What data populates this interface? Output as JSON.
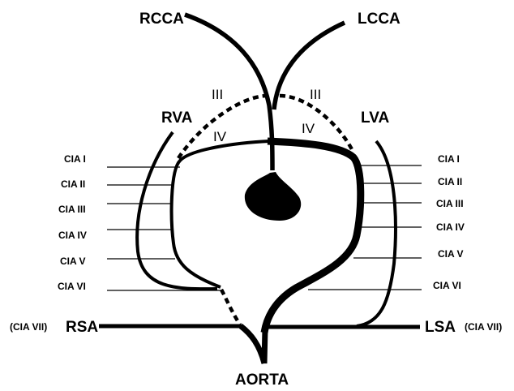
{
  "vessels": {
    "rcca": "RCCA",
    "lcca": "LCCA",
    "rva": "RVA",
    "lva": "LVA",
    "rsa": "RSA",
    "lsa": "LSA",
    "aorta": "AORTA"
  },
  "arch_labels": {
    "upper_left": "III",
    "upper_right": "III",
    "lower_left": "IV",
    "lower_right": "IV"
  },
  "cia_left": [
    "CIA I",
    "CIA II",
    "CIA III",
    "CIA IV",
    "CIA V",
    "CIA VI"
  ],
  "cia_right": [
    "CIA I",
    "CIA II",
    "CIA III",
    "CIA IV",
    "CIA V",
    "CIA VI"
  ],
  "cia_vii_left": "(CIA VII)",
  "cia_vii_right": "(CIA VII)",
  "colors": {
    "line": "#000000",
    "background": "#ffffff"
  }
}
